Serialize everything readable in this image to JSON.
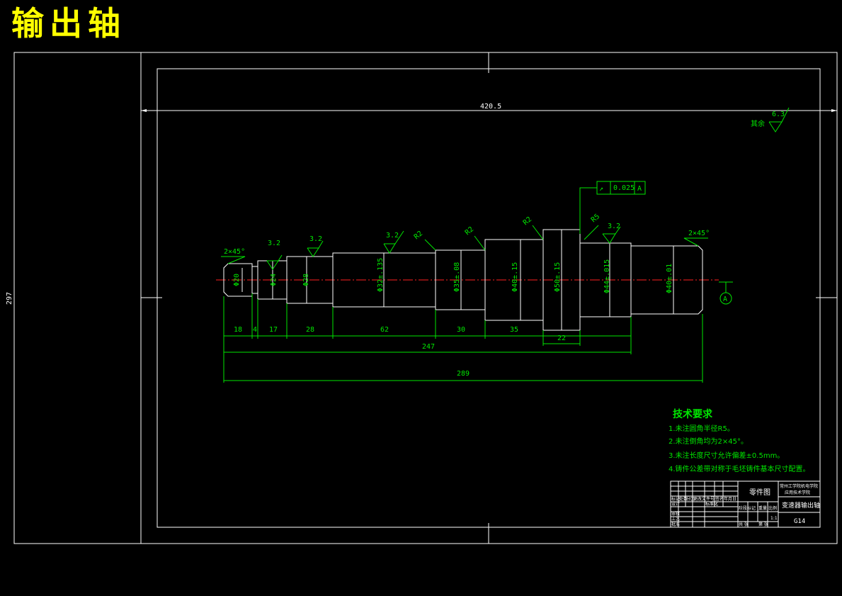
{
  "caption": "输出轴",
  "dims": {
    "overall_width": "420.5",
    "overall_height": "297",
    "d1": "Φ20",
    "d2": "Φ24",
    "d3": "Φ28",
    "d4": "Φ32±.135",
    "d5": "Φ35±.08",
    "d6": "Φ40±.15",
    "d7": "Φ50±.15",
    "d8": "Φ44±.015",
    "d9": "Φ40±.01",
    "len": [
      "18",
      "4",
      "17",
      "28",
      "62",
      "30",
      "35",
      "22"
    ],
    "len_247": "247",
    "len_289": "289",
    "chamfer_left": "2×45°",
    "chamfer_right": "2×45°",
    "fillets": [
      "R2",
      "R2",
      "R2",
      "R5"
    ]
  },
  "surface": {
    "rough_values": [
      "3.2",
      "3.2",
      "3.2",
      "3.2"
    ],
    "rest_value": "6.3",
    "rest_label": "其余"
  },
  "tolerance": {
    "symbol": "↗",
    "value": "0.025",
    "datum": "A"
  },
  "datum_label": "A",
  "tech": {
    "title": "技术要求",
    "items": [
      "1.未注圆角半径R5。",
      "2.未注倒角均为2×45°。",
      "3.未注长度尺寸允许偏差±0.5mm。",
      "4.铸件公差带对称于毛坯铸件基本尺寸配置。"
    ]
  },
  "title_block": {
    "school_1": "常州工学院机电学院",
    "school_2": "应用技术学院",
    "drawing_type": "零件图",
    "part_name": "变速器输出轴",
    "drawing_no": "G14",
    "scale": "1:1",
    "cells": [
      "标记",
      "处数",
      "分区",
      "更改文件号",
      "签名",
      "年月日",
      "设计",
      "标准化",
      "阶段标记",
      "重量",
      "比例",
      "审核",
      "工艺",
      "批准",
      "共 张",
      "第 张"
    ]
  }
}
